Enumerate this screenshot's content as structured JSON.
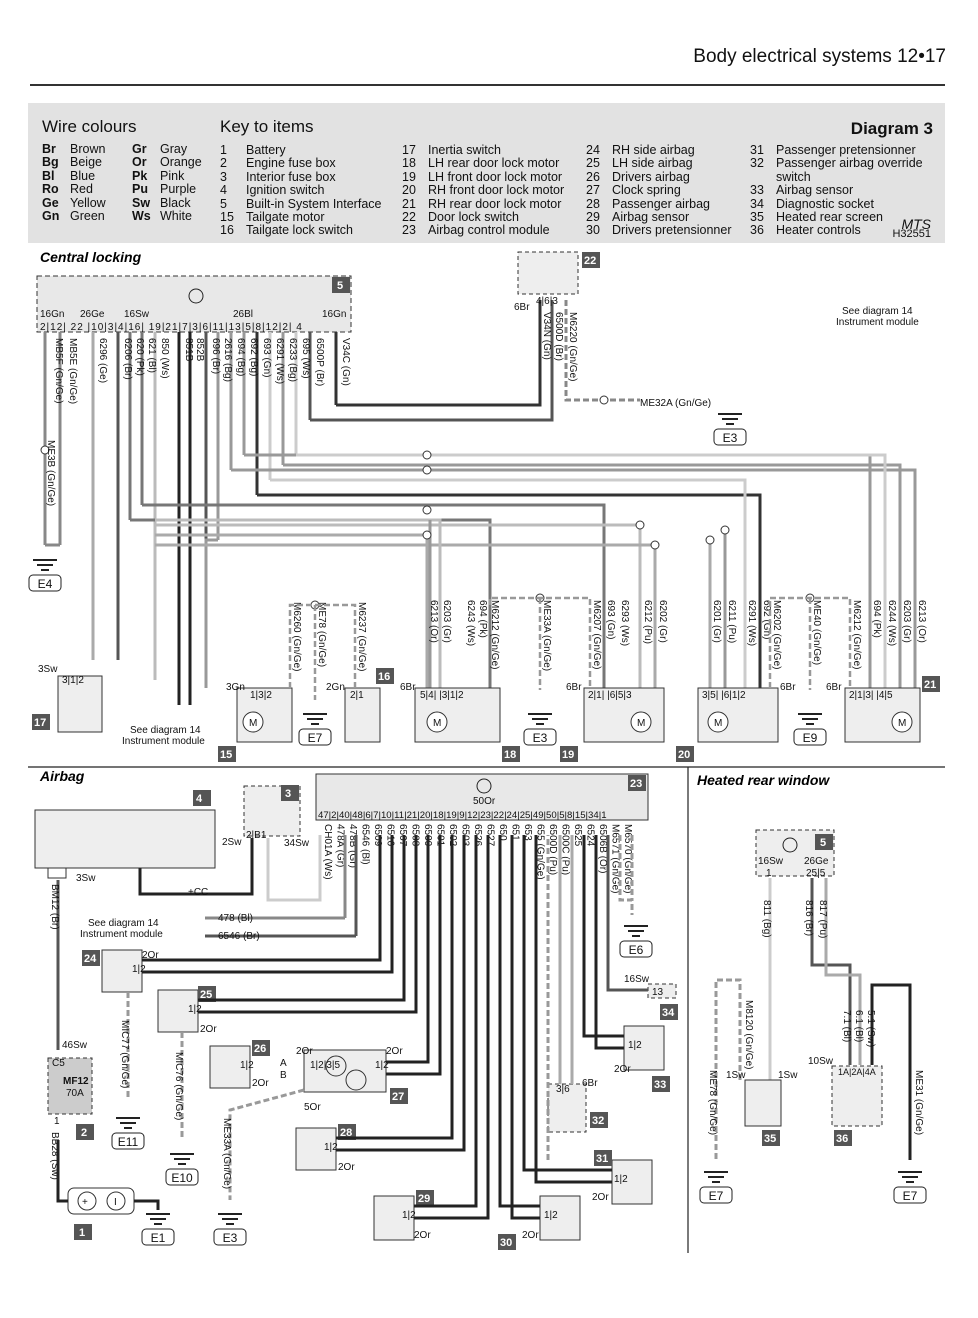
{
  "header": {
    "title": "Body electrical systems  12•17"
  },
  "key": {
    "wire_colours_heading": "Wire colours",
    "key_heading": "Key to items",
    "diagram_label": "Diagram 3",
    "mts_logo": "MTS",
    "ref_code": "H32551",
    "colours_a": [
      {
        "code": "Br",
        "name": "Brown"
      },
      {
        "code": "Bg",
        "name": "Beige"
      },
      {
        "code": "Bl",
        "name": "Blue"
      },
      {
        "code": "Ro",
        "name": "Red"
      },
      {
        "code": "Ge",
        "name": "Yellow"
      },
      {
        "code": "Gn",
        "name": "Green"
      }
    ],
    "colours_b": [
      {
        "code": "Gr",
        "name": "Gray"
      },
      {
        "code": "Or",
        "name": "Orange"
      },
      {
        "code": "Pk",
        "name": "Pink"
      },
      {
        "code": "Pu",
        "name": "Purple"
      },
      {
        "code": "Sw",
        "name": "Black"
      },
      {
        "code": "Ws",
        "name": "White"
      }
    ],
    "items_1": [
      {
        "n": "1",
        "t": "Battery"
      },
      {
        "n": "2",
        "t": "Engine fuse box"
      },
      {
        "n": "3",
        "t": "Interior fuse box"
      },
      {
        "n": "4",
        "t": "Ignition switch"
      },
      {
        "n": "5",
        "t": "Built-in System Interface"
      },
      {
        "n": "15",
        "t": "Tailgate motor"
      },
      {
        "n": "16",
        "t": "Tailgate lock switch"
      }
    ],
    "items_2": [
      {
        "n": "17",
        "t": "Inertia switch"
      },
      {
        "n": "18",
        "t": "LH rear door lock motor"
      },
      {
        "n": "19",
        "t": "LH front door lock motor"
      },
      {
        "n": "20",
        "t": "RH front door lock motor"
      },
      {
        "n": "21",
        "t": "RH rear door lock motor"
      },
      {
        "n": "22",
        "t": "Door lock switch"
      },
      {
        "n": "23",
        "t": "Airbag control module"
      }
    ],
    "items_3": [
      {
        "n": "24",
        "t": "RH side airbag"
      },
      {
        "n": "25",
        "t": "LH side airbag"
      },
      {
        "n": "26",
        "t": "Drivers airbag"
      },
      {
        "n": "27",
        "t": "Clock spring"
      },
      {
        "n": "28",
        "t": "Passenger airbag"
      },
      {
        "n": "29",
        "t": "Airbag sensor"
      },
      {
        "n": "30",
        "t": "Drivers pretensionner"
      }
    ],
    "items_4": [
      {
        "n": "31",
        "t": "Passenger pretensionner"
      },
      {
        "n": "32",
        "t": "Passenger airbag override"
      },
      {
        "n": "",
        "t": "switch"
      },
      {
        "n": "33",
        "t": "Airbag sensor"
      },
      {
        "n": "34",
        "t": "Diagnostic socket"
      },
      {
        "n": "35",
        "t": "Heated rear screen"
      },
      {
        "n": "36",
        "t": "Heater controls"
      }
    ]
  },
  "sections": {
    "central": "Central locking",
    "airbag": "Airbag",
    "heated": "Heated rear window"
  },
  "notes": {
    "see14": "See diagram 14",
    "instr": "Instrument module"
  },
  "bsi": {
    "hdr_labels": [
      "16Gn",
      "26Ge",
      "16Sw",
      "26Bl",
      "16Gn"
    ],
    "pins": "2|12|  22  |10|3|4|16|  19|21|7|3|6|11|13|5|8|12|2|   4",
    "wires": [
      "MB5F (Gn/Ge)",
      "MB5E (Gn/Ge)",
      "6296 (Ge)",
      "6206 (Br)",
      "620 (Pk)",
      "621 (Bl)",
      "850 (Ws)",
      "851B",
      "852B",
      "696 (Br)",
      "2616 (Bg)",
      "694 (Bg)",
      "692 (Bg)",
      "693 (Gn)",
      "6291 (Ws)",
      "6233 (Bg)",
      "695 (Ws)",
      "6500P (Br)",
      "V34C (Gn)"
    ],
    "me": "ME3B (Gn/Ge)"
  },
  "switch22": {
    "pins": "4|6|3",
    "conn": "6Br",
    "wires": [
      "M6220 (Gn/Ge)",
      "6500D (Br)",
      "V34N (Gn)"
    ],
    "me": "ME32A (Gn/Ge)"
  },
  "comp17": {
    "conn": "3Sw",
    "pins": "3|1|2"
  },
  "comp15": {
    "conn": "3Gn",
    "pins": "1|3|2",
    "wires": [
      "M6260 (Gn/Ge)",
      "ME78 (Gn/Ge)",
      "M6237 (Gn/Ge)"
    ]
  },
  "comp16": {
    "conn": "2Gn",
    "pins": "2|1"
  },
  "comp18": {
    "conn": "6Br",
    "pins": "5|4|  |3|1|2",
    "wires": [
      "6213 (Or)",
      "6203 (Gr)",
      "6243 (Ws)",
      "694 (Pk)",
      "M6212 (Gn/Ge)",
      "ME33A (Gn/Ge)",
      "M6207 (Gn/Ge)"
    ]
  },
  "comp19": {
    "conn": "6Br",
    "pins": "2|1|  |6|5|3",
    "wires": [
      "693 (Gn)",
      "6293 (Ws)",
      "6212 (Pu)",
      "6202 (Gr)"
    ]
  },
  "comp20": {
    "conn": "6Br",
    "pins": "3|5|  |6|1|2",
    "wires": [
      "6201 (Gr)",
      "6211 (Pu)",
      "6291 (Ws)",
      "692 (Gn)",
      "M6202 (Gn/Ge)",
      "ME40 (Gn/Ge)"
    ]
  },
  "comp21": {
    "conn": "6Br",
    "pins": "2|1|3|  |4|5",
    "wires": [
      "M6212 (Gn/Ge)",
      "694 (Pk)",
      "6244 (Ws)",
      "6203 (Gr)",
      "6213 (Or)"
    ]
  },
  "airbag": {
    "ecu_conn": "50Or",
    "ecu_pins": "47|2|40|48|6|7|10|11|21|20|18|19|9|12|23|22|24|25|49|50|5|8|15|34|1",
    "ecu_wires": [
      "CH01A (Ws)",
      "478A (Gr)",
      "478B (Gr)",
      "6546 (Bl)",
      "6509",
      "6510",
      "6507",
      "6508",
      "6500",
      "6501",
      "6502",
      "6503",
      "6526",
      "6527",
      "650",
      "651",
      "653",
      "655 (Gn/Ge)",
      "6500D (Pu)",
      "6500C (Pu)",
      "6525",
      "6524",
      "6506B (Or)",
      "M6571 (Gn/Ge)",
      "M6570 (Gn/Ge)"
    ],
    "ign_conn": "3Sw",
    "fuse3_conn": "2Sw",
    "fuse3_pins": "2|B1",
    "fuse3_conn2": "34Sw",
    "cc": "+CC",
    "bm12": "BM12 (Br)",
    "w478": "478 (Bl)",
    "w6546": "6546 (Br)",
    "fuse": {
      "conn": "46Sw",
      "pin": "C5",
      "name": "MF12",
      "rating": "70A",
      "pin2": "1",
      "wire": "BB28 (Sw)"
    },
    "c24": {
      "conn": "2Or",
      "pins": "1|2"
    },
    "c25": {
      "conn": "2Or",
      "pins": "1|2",
      "wire": "MIC77 (Gn/Ge)"
    },
    "c26": {
      "conn": "2Or",
      "pins": "1|2",
      "wire": "MIC76 (Gn/Ge)",
      "ab": [
        "A",
        "B"
      ]
    },
    "c27": {
      "conn": "2Or",
      "conn2": "2Or",
      "conn3": "5Or",
      "pins_l": "1|2|3|5",
      "pins_r": "1|2"
    },
    "c28": {
      "conn": "2Or",
      "pins": "1|2"
    },
    "c29": {
      "conn": "2Or",
      "pins": "1|2"
    },
    "c30": {
      "conn": "2Or",
      "pins": "1|2"
    },
    "c31": {
      "conn": "2Or",
      "pins": "1|2"
    },
    "c32": {
      "conn": "6Br",
      "pins": "3|6"
    },
    "c33": {
      "conn": "2Or",
      "pins": "1|2"
    },
    "c34": {
      "conn": "16Sw",
      "pin": "13"
    },
    "me33a": "ME33A (Gn/Ge)"
  },
  "heated": {
    "bsi_labels": [
      "16Sw",
      "26Ge"
    ],
    "bsi_pins": [
      "1",
      "25|5"
    ],
    "w811": "811 (Bg)",
    "w816": "816 (Br)",
    "w817": "817 (Pu)",
    "m8120": "M8120 (Gn/Ge)",
    "me78": "ME78 (Gn/Ge)",
    "me31": "ME31 (Gn/Ge)",
    "c35": {
      "conn": "1Sw",
      "conn2": "1Sw"
    },
    "c36": {
      "conn": "10Sw",
      "pins": "1A|2A|4A",
      "wires": [
        "7.1 (Bl)",
        "6.1 (Bl)",
        "5.1 (Sw)"
      ]
    }
  },
  "grounds": {
    "E1": "E1",
    "E3a": "E3",
    "E3b": "E3",
    "E3c": "E3",
    "E4": "E4",
    "E6": "E6",
    "E7a": "E7",
    "E7b": "E7",
    "E7c": "E7",
    "E9": "E9",
    "E10": "E10",
    "E11": "E11"
  }
}
